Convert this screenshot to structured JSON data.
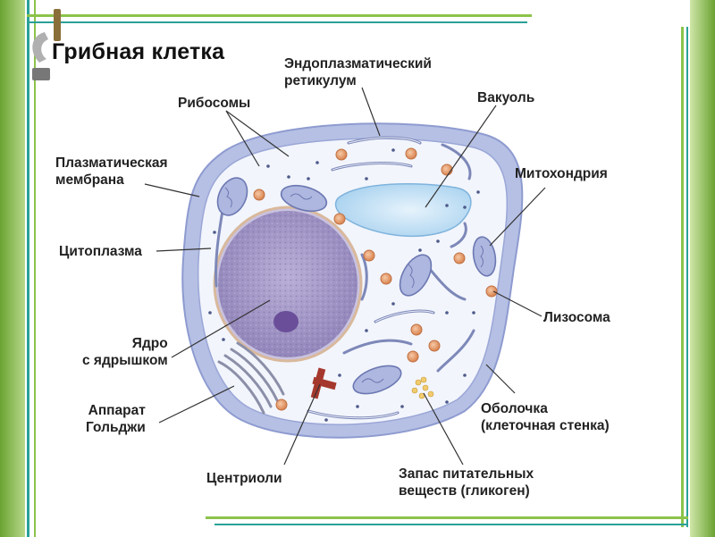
{
  "title": "Грибная клетка",
  "labels": {
    "er": [
      "Эндоплазматический",
      "ретикулум"
    ],
    "ribosomes": "Рибосомы",
    "vacuole": "Вакуоль",
    "plasma_membrane": [
      "Плазматическая",
      "мембрана"
    ],
    "mitochondria": "Митохондрия",
    "cytoplasm": "Цитоплазма",
    "lysosome": "Лизосома",
    "nucleus": [
      "Ядро",
      "с ядрышком"
    ],
    "golgi": [
      "Аппарат",
      "Гольджи"
    ],
    "cell_wall": [
      "Оболочка",
      "(клеточная стенка)"
    ],
    "centrioles": "Центриоли",
    "glycogen": [
      "Запас питательных",
      "веществ (гликоген)"
    ]
  },
  "colors": {
    "frame_green": "#7cb342",
    "frame_teal": "#26a69a",
    "cell_wall": "#b8c2e6",
    "cytoplasm": "#eef2fb",
    "nucleus": "#a79ac8",
    "vacuole": "#cfe6f6",
    "organelle_dot": "#e79a6d"
  }
}
